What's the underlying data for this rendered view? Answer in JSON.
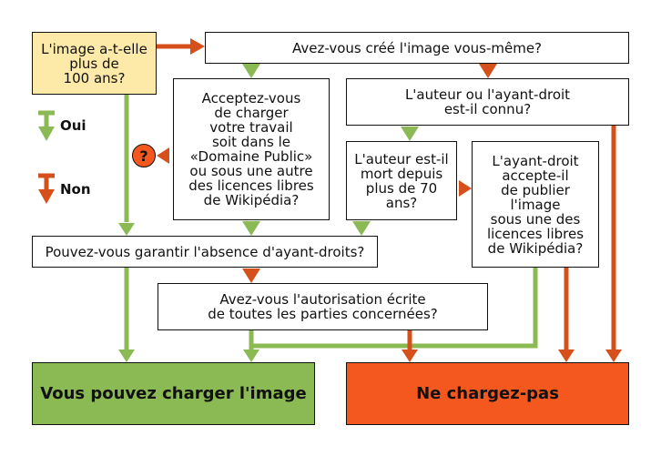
{
  "colors": {
    "yes": "#8bba55",
    "no": "#d5501a",
    "start": "#fde9a8",
    "ok_box": "#8bba55",
    "no_box": "#f4581f"
  },
  "legend": {
    "yes_label": "Oui",
    "no_label": "Non"
  },
  "question_mark": "?",
  "nodes": {
    "q_age": "L'image a-t-elle\nplus de\n100 ans?",
    "q_self": "Avez-vous créé l'image vous-même?",
    "q_accept": "Acceptez-vous\nde charger\nvotre travail\nsoit dans le\n«Domaine Public»\nou sous une autre\ndes licences libres\nde Wikipédia?",
    "q_author_known": "L'auteur ou l'ayant-droit\nest-il connu?",
    "q_dead70": "L'auteur est-il\nmort depuis\nplus de 70\nans?",
    "q_holder_accepts": "L'ayant-droit\naccepte-il\nde publier\nl'image\nsous une des\nlicences libres\nde Wikipédia?",
    "q_no_holders": "Pouvez-vous garantir l'absence d'ayant-droits?",
    "q_written": "Avez-vous l'autorisation écrite\nde toutes les parties concernées?",
    "res_ok": "Vous pouvez charger l'image",
    "res_no": "Ne chargez-pas"
  }
}
